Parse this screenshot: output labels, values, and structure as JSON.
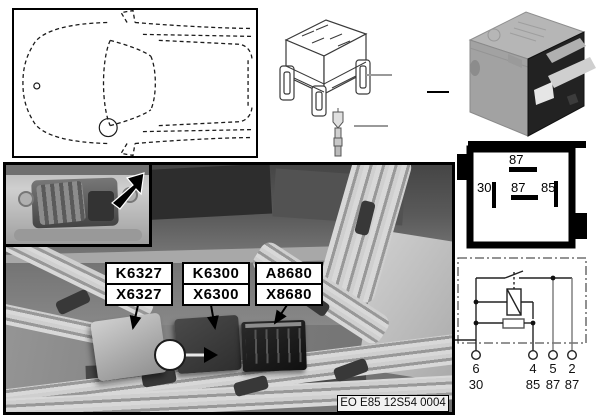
{
  "diagram": {
    "caption_code": "EO E85 12S54 0004",
    "components": [
      {
        "relay": "K6327",
        "socket": "X6327"
      },
      {
        "relay": "K6300",
        "socket": "X6300"
      },
      {
        "relay": "A8680",
        "socket": "X8680"
      }
    ],
    "pin_diagram": {
      "top_pin": "87",
      "left_pin": "30",
      "center_pin": "87",
      "right_pin": "85"
    },
    "schematic": {
      "pin_numbers": [
        "6",
        "4",
        "5",
        "2"
      ],
      "terminal_numbers": [
        "30",
        "85",
        "87",
        "87"
      ]
    },
    "colors": {
      "line": "#000000",
      "label_background": "#ffffff",
      "leader_gray": "#999999"
    },
    "icons": {
      "car_top_view": "car-top-view-outline",
      "relay_socket": "relay-socket-line-art",
      "terminal_pin": "terminal-pin-line-art",
      "relay_photo": "relay-component-photo",
      "inset_arrow": "arrow-northeast",
      "callout": "circle-arrow-right"
    }
  }
}
